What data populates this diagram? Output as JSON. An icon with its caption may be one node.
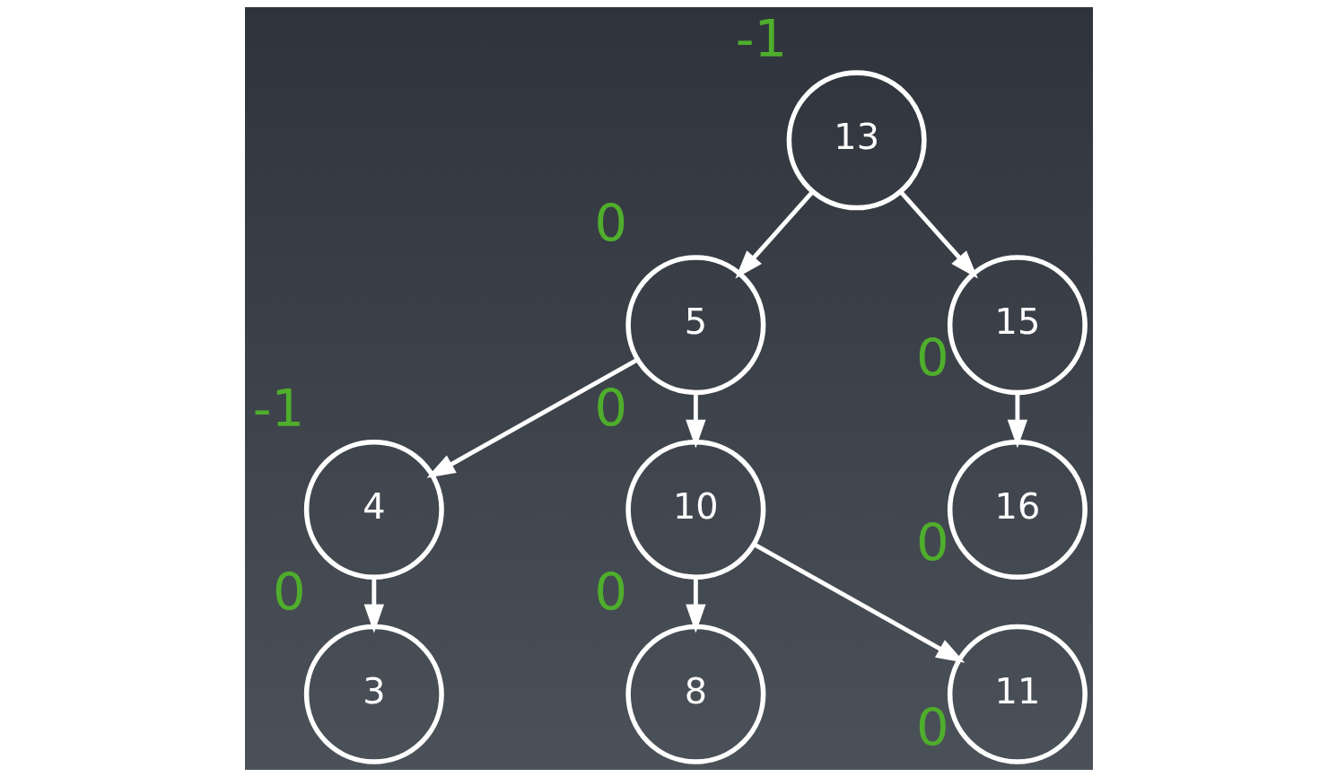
{
  "diagram": {
    "nodes": [
      {
        "text": [
          "13"
        ],
        "beside": [
          "-1"
        ]
      },
      {
        "text": [
          "5"
        ],
        "beside": [
          "0"
        ]
      },
      {
        "text": [
          "15"
        ],
        "beside": [
          "0"
        ]
      },
      {
        "text": [
          "4"
        ],
        "beside": [
          "-1"
        ]
      },
      {
        "text": [
          "10"
        ],
        "beside": [
          "0"
        ]
      },
      {
        "text": [
          "16"
        ],
        "beside": [
          "0"
        ]
      },
      {
        "text": [
          "3"
        ],
        "beside": [
          "0"
        ]
      },
      {
        "text": [
          "8"
        ],
        "beside": [
          "0"
        ]
      },
      {
        "text": [
          "11"
        ],
        "beside": [
          "0"
        ]
      }
    ],
    "edges": [
      {
        "from": 0,
        "to": 1,
        "arrow": "to"
      },
      {
        "from": 0,
        "to": 2,
        "arrow": "to"
      },
      {
        "from": 1,
        "to": 3,
        "arrow": "to"
      },
      {
        "from": 1,
        "to": 4,
        "arrow": "to"
      },
      {
        "from": 2,
        "to": 5,
        "arrow": "to"
      },
      {
        "from": 3,
        "to": 6,
        "arrow": "to"
      },
      {
        "from": 4,
        "to": 7,
        "arrow": "to"
      },
      {
        "from": 4,
        "to": 8,
        "arrow": "to"
      }
    ]
  }
}
